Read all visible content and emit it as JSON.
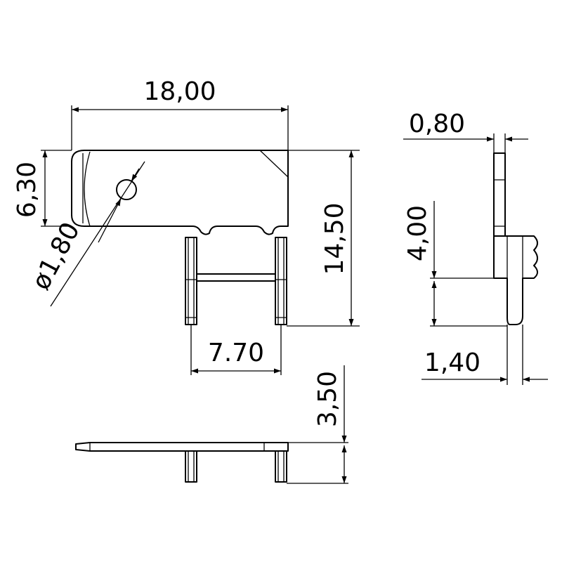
{
  "dimensions": {
    "width_overall": "18,00",
    "height_tab": "6,30",
    "hole_diameter": "ø1,80",
    "height_overall": "14,50",
    "pin_spacing": "7.70",
    "side_thickness": "0,80",
    "side_height": "4,00",
    "pin_width": "1,40",
    "bottom_height": "3,50"
  }
}
